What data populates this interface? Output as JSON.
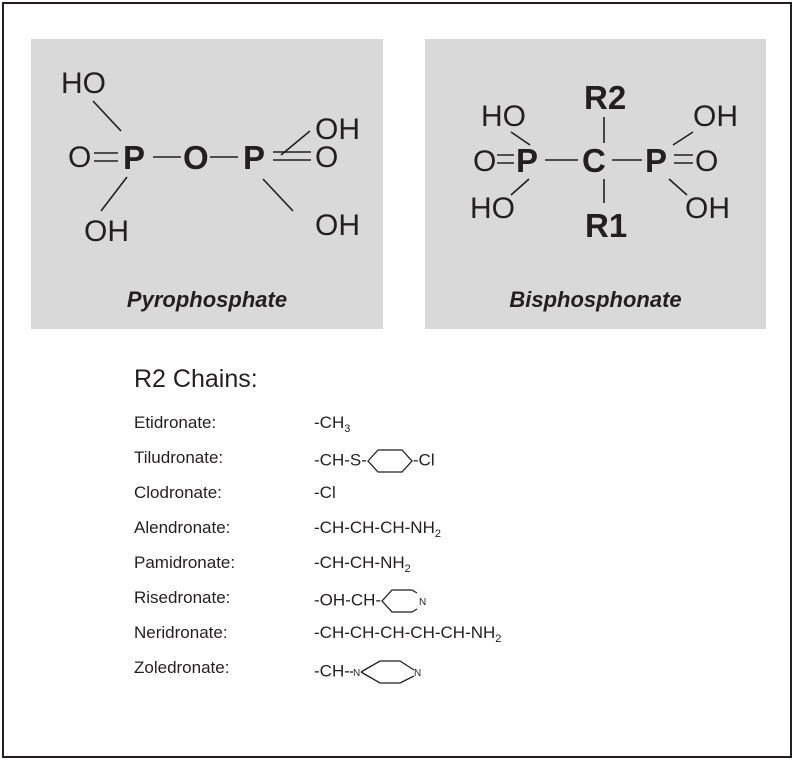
{
  "pyrophosphate": {
    "caption": "Pyrophosphate",
    "atoms": {
      "ho_top": "HO",
      "oh_top_right": "OH",
      "o_left": "O",
      "p_left": "P",
      "o_bridge": "O",
      "p_right": "P",
      "o_right": "O",
      "oh_bottom_left": "OH",
      "oh_bottom_right": "OH"
    }
  },
  "bisphosphonate": {
    "caption": "Bisphosphonate",
    "atoms": {
      "r2": "R2",
      "ho_top": "HO",
      "oh_top": "OH",
      "o_left": "O",
      "p_left": "P",
      "c_center": "C",
      "p_right": "P",
      "o_right": "O",
      "ho_bottom": "HO",
      "oh_bottom": "OH",
      "r1": "R1"
    }
  },
  "chains": {
    "title": "R2 Chains:",
    "rows": [
      {
        "name": "Etidronate:",
        "formula_prefix": "-CH",
        "sub": "3",
        "formula_suffix": "",
        "ring": ""
      },
      {
        "name": "Tiludronate:",
        "formula_prefix": "-CH-S-",
        "sub": "",
        "formula_suffix": "-Cl",
        "ring": "hexagon"
      },
      {
        "name": "Clodronate:",
        "formula_prefix": "-Cl",
        "sub": "",
        "formula_suffix": "",
        "ring": ""
      },
      {
        "name": "Alendronate:",
        "formula_prefix": "-CH-CH-CH-NH",
        "sub": "2",
        "formula_suffix": "",
        "ring": ""
      },
      {
        "name": "Pamidronate:",
        "formula_prefix": "-CH-CH-NH",
        "sub": "2",
        "formula_suffix": "",
        "ring": ""
      },
      {
        "name": "Risedronate:",
        "formula_prefix": "-OH-CH-",
        "sub": "",
        "formula_suffix": "",
        "ring": "pyridine",
        "ring_label": "N"
      },
      {
        "name": "Neridronate:",
        "formula_prefix": "-CH-CH-CH-CH-CH-NH",
        "sub": "2",
        "formula_suffix": "",
        "ring": ""
      },
      {
        "name": "Zoledronate:",
        "formula_prefix": "-CH-",
        "sub": "",
        "formula_suffix": "",
        "ring": "imidazole",
        "ring_label_left": "N",
        "ring_label_right": "N"
      }
    ]
  }
}
